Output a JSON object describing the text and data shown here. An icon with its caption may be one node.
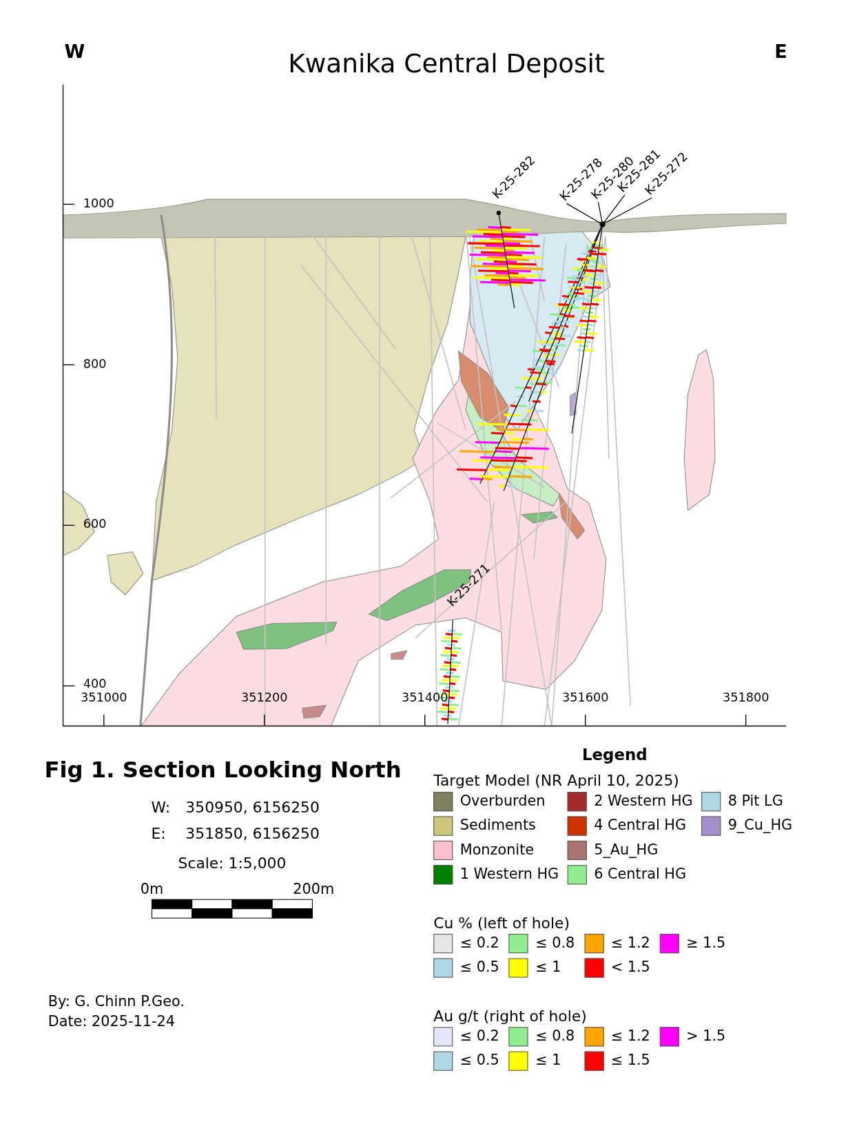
{
  "diagram": {
    "title": "Kwanika Central Deposit",
    "nodes": [
      {
        "text": [
          "K-25-278"
        ]
      },
      {
        "text": [
          "K-25-280"
        ]
      },
      {
        "text": [
          "K-25-281"
        ]
      },
      {
        "text": [
          "K-25-272"
        ]
      },
      {
        "text": [],
        "shape": "circle"
      }
    ],
    "edges": [
      {
        "from": 0,
        "to": 4,
        "arrow": "none"
      },
      {
        "from": 1,
        "to": 4,
        "arrow": "none"
      },
      {
        "from": 2,
        "to": 4,
        "arrow": "none"
      },
      {
        "from": 3,
        "to": 4,
        "arrow": "none"
      }
    ],
    "labels": [
      "W",
      "E",
      "1000",
      "800",
      "600",
      "400",
      "351000",
      "351200",
      "351400",
      "351600",
      "351800",
      "K-25-282",
      "K-25-271",
      "Fig 1. Section Looking North",
      "W:",
      "350950, 6156250",
      "E:",
      "351850, 6156250",
      "Scale: 1:5,000",
      "0m",
      "200m",
      "Legend",
      "Target Model (NR April 10, 2025)",
      "Cu % (left of hole)",
      "Au g/t (right of hole)",
      "By: G. Chinn P.Geo.",
      "Date: 2025-11-24"
    ],
    "legend": [
      {
        "text": "Overburden",
        "color": "#7f7f5f"
      },
      {
        "text": "2 Western HG",
        "color": "#a52a2a"
      },
      {
        "text": "8 Pit LG",
        "color": "#add8e6"
      },
      {
        "text": "Sediments",
        "color": "#cdc67a"
      },
      {
        "text": "4 Central HG",
        "color": "#cc3300"
      },
      {
        "text": "9_Cu_HG",
        "color": "#a38fcc"
      },
      {
        "text": "Monzonite",
        "color": "#ffc0cb"
      },
      {
        "text": "5_Au_HG",
        "color": "#a87474"
      },
      {
        "text": "1 Western HG",
        "color": "#007f00"
      },
      {
        "text": "6 Central HG",
        "color": "#90ee90"
      },
      {
        "text": "≤ 0.2",
        "color": "#e6e6e6"
      },
      {
        "text": "≤ 0.8",
        "color": "#90ee90"
      },
      {
        "text": "≤ 1.2",
        "color": "#ffa500"
      },
      {
        "text": "≥ 1.5",
        "color": "#ff00ff"
      },
      {
        "text": "≤ 0.5",
        "color": "#add8e6"
      },
      {
        "text": "≤ 1",
        "color": "#ffff00"
      },
      {
        "text": "< 1.5",
        "color": "#ff0000"
      },
      {
        "text": "≤ 0.2",
        "color": "#e6e6fa"
      },
      {
        "text": "≤ 0.8",
        "color": "#90ee90"
      },
      {
        "text": "≤ 1.2",
        "color": "#ffa500"
      },
      {
        "text": "> 1.5",
        "color": "#ff00ff"
      },
      {
        "text": "≤ 0.5",
        "color": "#add8e6"
      },
      {
        "text": "≤ 1",
        "color": "#ffff00"
      },
      {
        "text": "≤ 1.5",
        "color": "#ff0000"
      }
    ]
  }
}
